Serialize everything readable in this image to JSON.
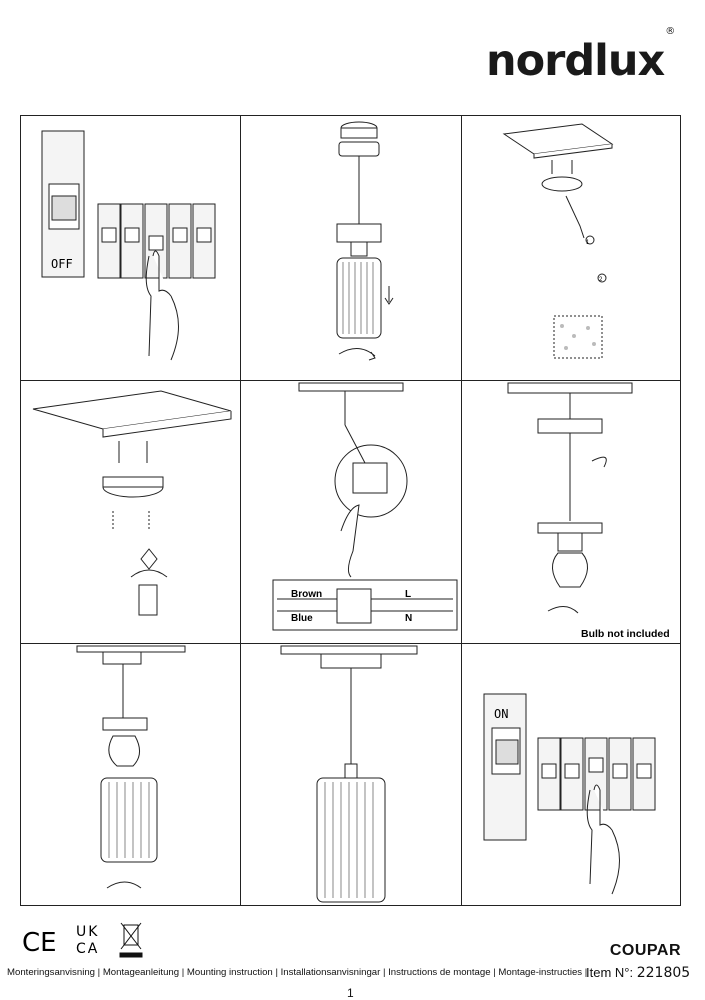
{
  "brand": {
    "logo": "nordlux",
    "reg": "®"
  },
  "steps": {
    "s1_switch": "OFF",
    "s5_brown": "Brown",
    "s5_blue": "Blue",
    "s5_L": "L",
    "s5_N": "N",
    "s6_note": "Bulb not included",
    "s9_switch": "ON",
    "s3_num1": "1",
    "s3_num2": "2"
  },
  "footer": {
    "marks": [
      "CE",
      "UK CA",
      "WEEE"
    ],
    "product": "COUPAR",
    "languages": "Monteringsanvisning | Montageanleitung | Mounting instruction | Installationsanvisningar | Instructions de montage | Montage-instructies |",
    "item_label": "Item N°:",
    "item_number": "221805",
    "page": "1"
  }
}
